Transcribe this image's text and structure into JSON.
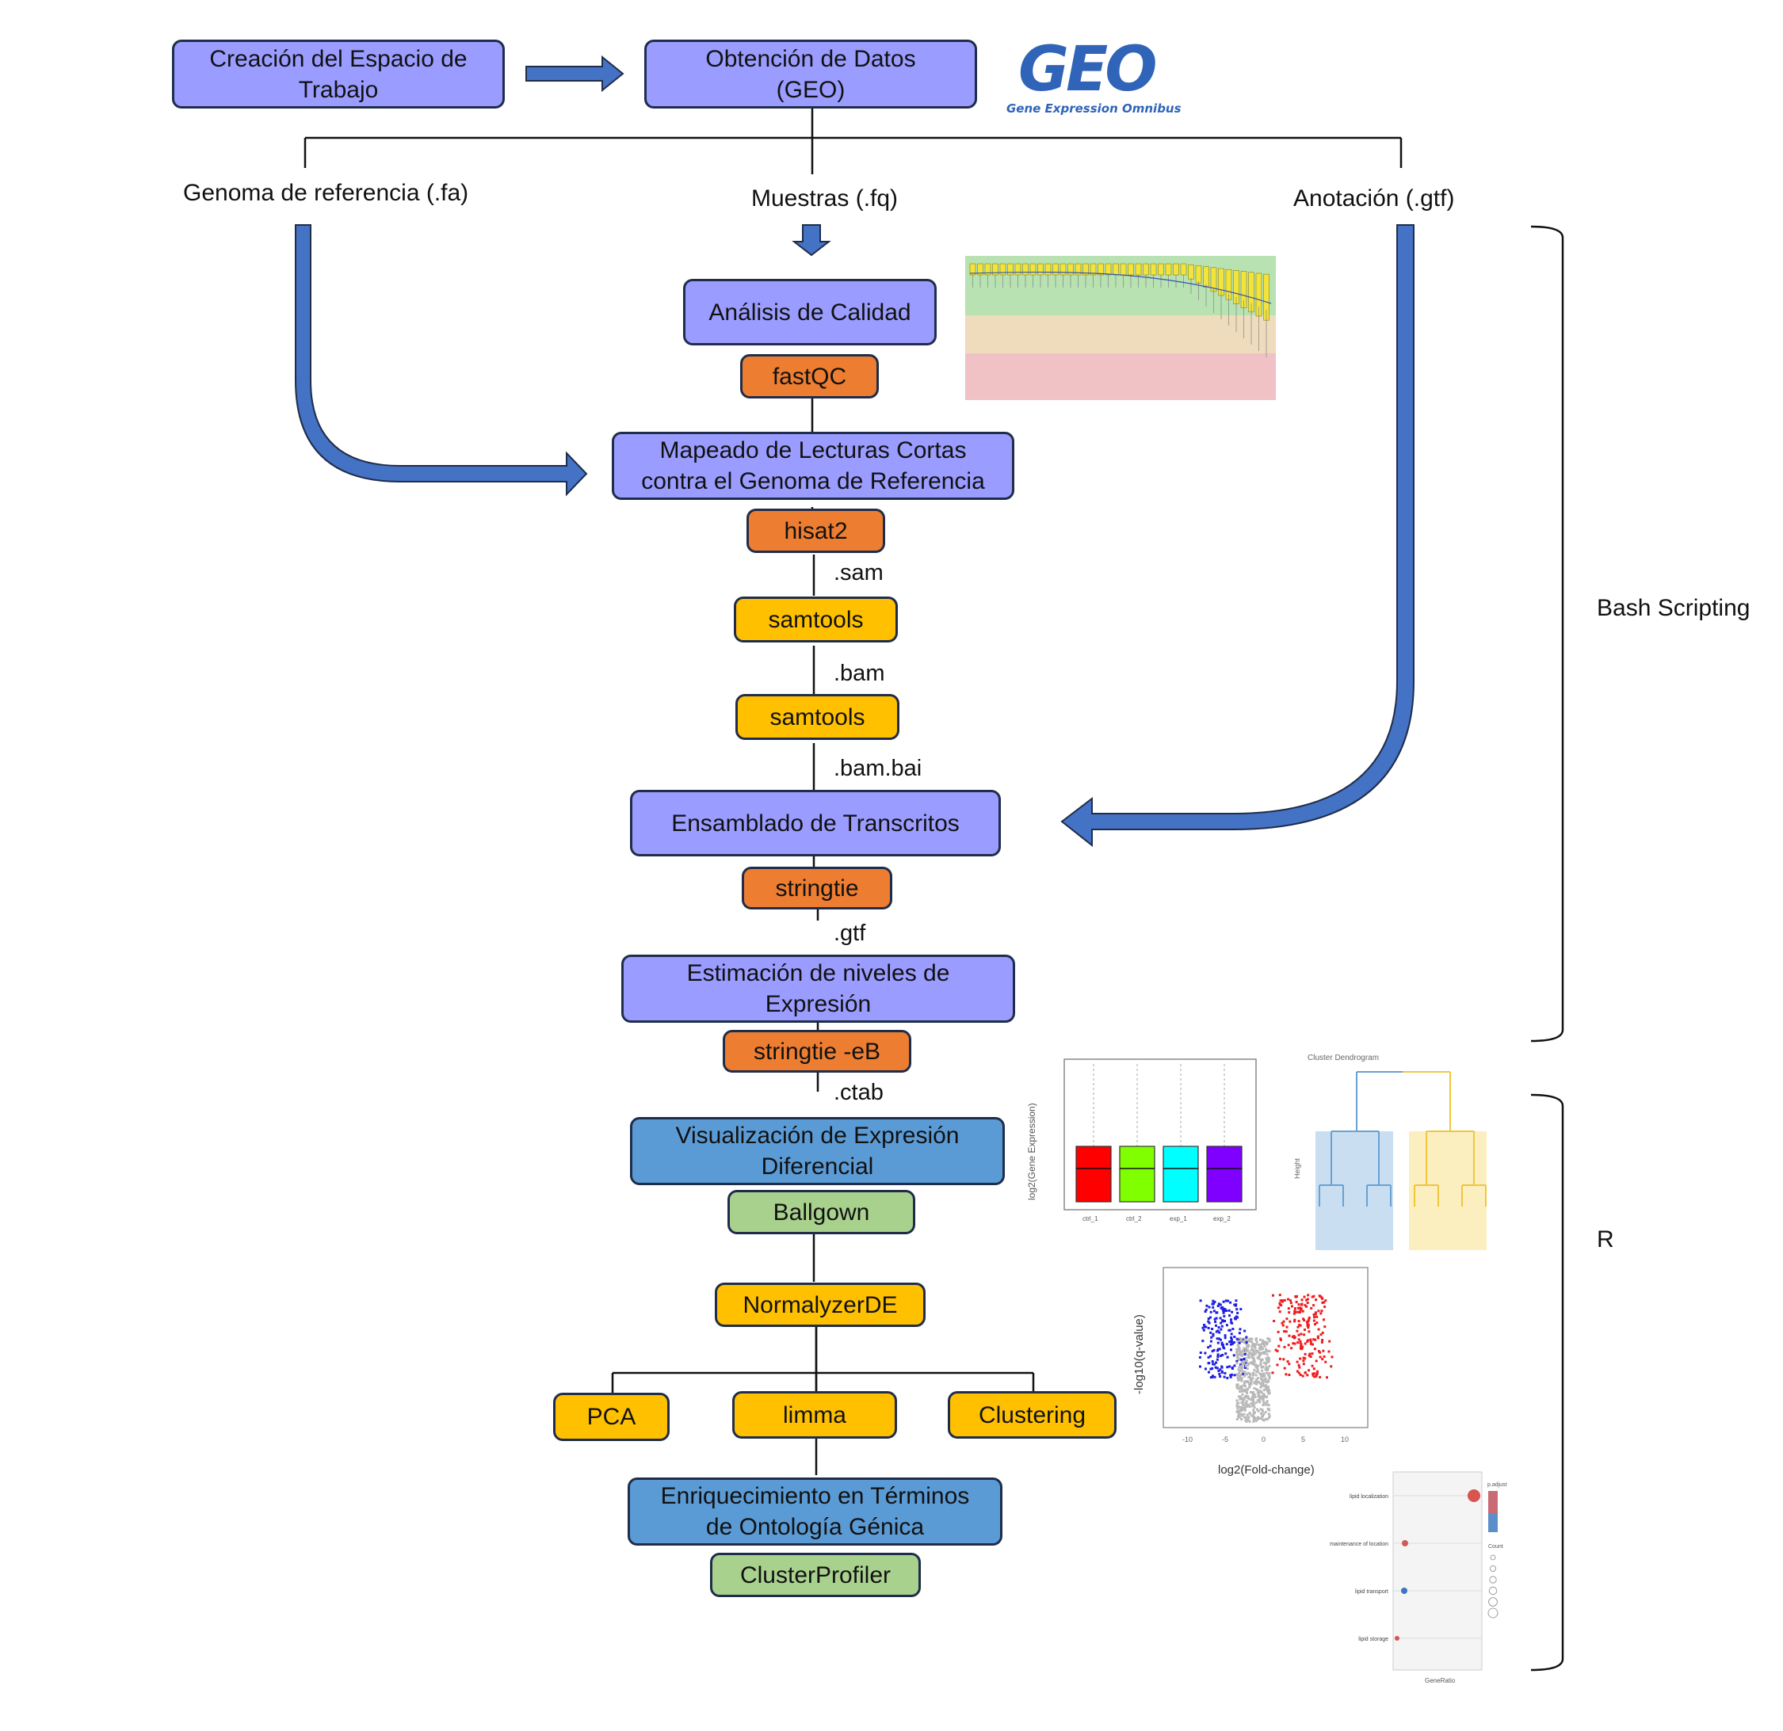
{
  "header": {
    "workspace": [
      "Creación del Espacio de",
      "Trabajo"
    ],
    "data_source": [
      "Obtención de Datos",
      "(GEO)"
    ]
  },
  "logo": {
    "mark": "GEO",
    "subtitle": "Gene Expression Omnibus"
  },
  "inputs": {
    "genome": "Genoma de referencia (.fa)",
    "samples": "Muestras (.fq)",
    "annotation": "Anotación (.gtf)"
  },
  "steps": {
    "quality": "Análisis de Calidad",
    "fastqc": "fastQC",
    "mapping": [
      "Mapeado de Lecturas Cortas",
      "contra el Genoma de Referencia"
    ],
    "hisat2": "hisat2",
    "ext_sam": ".sam",
    "samtools1": "samtools",
    "ext_bam": ".bam",
    "samtools2": "samtools",
    "ext_bai": ".bam.bai",
    "assembly": "Ensamblado de Transcritos",
    "stringtie": "stringtie",
    "ext_gtf": ".gtf",
    "estimation": [
      "Estimación de niveles de",
      "Expresión"
    ],
    "stringtie_eb": "stringtie -eB",
    "ext_ctab": ".ctab",
    "visualization": [
      "Visualización de Expresión",
      "Diferencial"
    ],
    "ballgown": "Ballgown",
    "normalyzer": "NormalyzerDE",
    "pca": "PCA",
    "limma": "limma",
    "clustering": "Clustering",
    "enrichment": [
      "Enriquecimiento en Términos",
      "de Ontología Génica"
    ],
    "clusterprofiler": "ClusterProfiler"
  },
  "brackets": {
    "bash": "Bash Scripting",
    "r": "R"
  },
  "thumbnails": {
    "boxplot": {
      "ylabel": "log2(Gene Expression)",
      "categories": [
        "ctrl_1",
        "ctrl_2",
        "exp_1",
        "exp_2"
      ],
      "colors": [
        "#ff0000",
        "#7fff00",
        "#00ffff",
        "#8000ff"
      ]
    },
    "dendrogram": {
      "title": "Cluster Dendrogram",
      "ylabel": "Height"
    },
    "volcano": {
      "xlabel": "log2(Fold-change)",
      "ylabel": "-log10(q-value)",
      "xticks": [
        "-10",
        "-5",
        "0",
        "5",
        "10"
      ]
    },
    "dotplot": {
      "terms": [
        "lipid localization",
        "maintenance of location",
        "lipid transport",
        "lipid storage"
      ],
      "xlabel": "GeneRatio",
      "legend_color": "p.adjust",
      "legend_size": "Count"
    }
  },
  "colors": {
    "process": "#9a9cff",
    "visualization": "#5b9bd5",
    "tool_bash": "#ed7d31",
    "tool_yellow": "#ffc000",
    "tool_green": "#a9d18e",
    "arrow": "#4472c4",
    "border": "#1f2d4a"
  }
}
